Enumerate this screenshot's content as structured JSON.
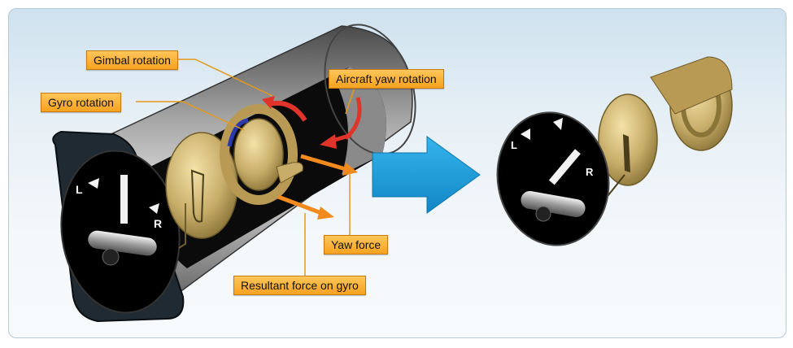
{
  "labels": {
    "gimbal_rotation": "Gimbal rotation",
    "gyro_rotation": "Gyro rotation",
    "aircraft_yaw_rotation": "Aircraft yaw rotation",
    "yaw_force": "Yaw force",
    "resultant_force": "Resultant force on gyro"
  },
  "indicator": {
    "left_letter": "L",
    "right_letter": "R"
  },
  "colors": {
    "callout_fill": "#f6a21f",
    "leader_line": "#e59a1b",
    "big_arrow": "#1aa0df",
    "rotation_arrow": "#e0342a",
    "force_arrow": "#f28a1e",
    "brass": "#c8ad6a"
  }
}
